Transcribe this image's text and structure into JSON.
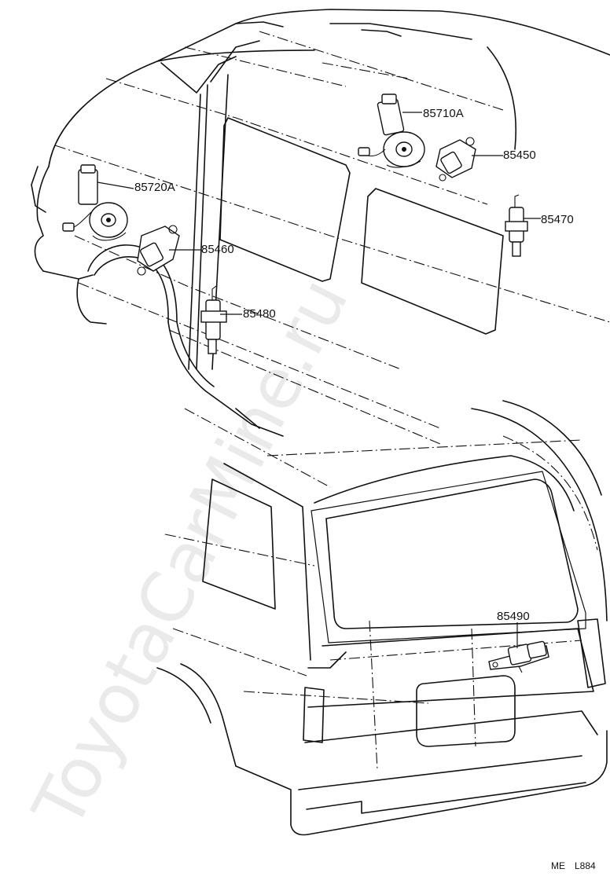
{
  "watermark": "ToyotaCarMine.ru",
  "parts": [
    {
      "id": "85710A",
      "label": "85710A",
      "component": "sliding-door-motor"
    },
    {
      "id": "85450",
      "label": "85450",
      "component": "lock-solenoid"
    },
    {
      "id": "85470",
      "label": "85470",
      "component": "lock-actuator"
    },
    {
      "id": "85720A",
      "label": "85720A",
      "component": "rear-door-motor"
    },
    {
      "id": "85460",
      "label": "85460",
      "component": "lock-solenoid"
    },
    {
      "id": "85480",
      "label": "85480",
      "component": "lock-actuator"
    },
    {
      "id": "85490",
      "label": "85490",
      "component": "back-door-actuator"
    }
  ],
  "drawing_code": {
    "prefix": "ME",
    "number": "L884"
  }
}
